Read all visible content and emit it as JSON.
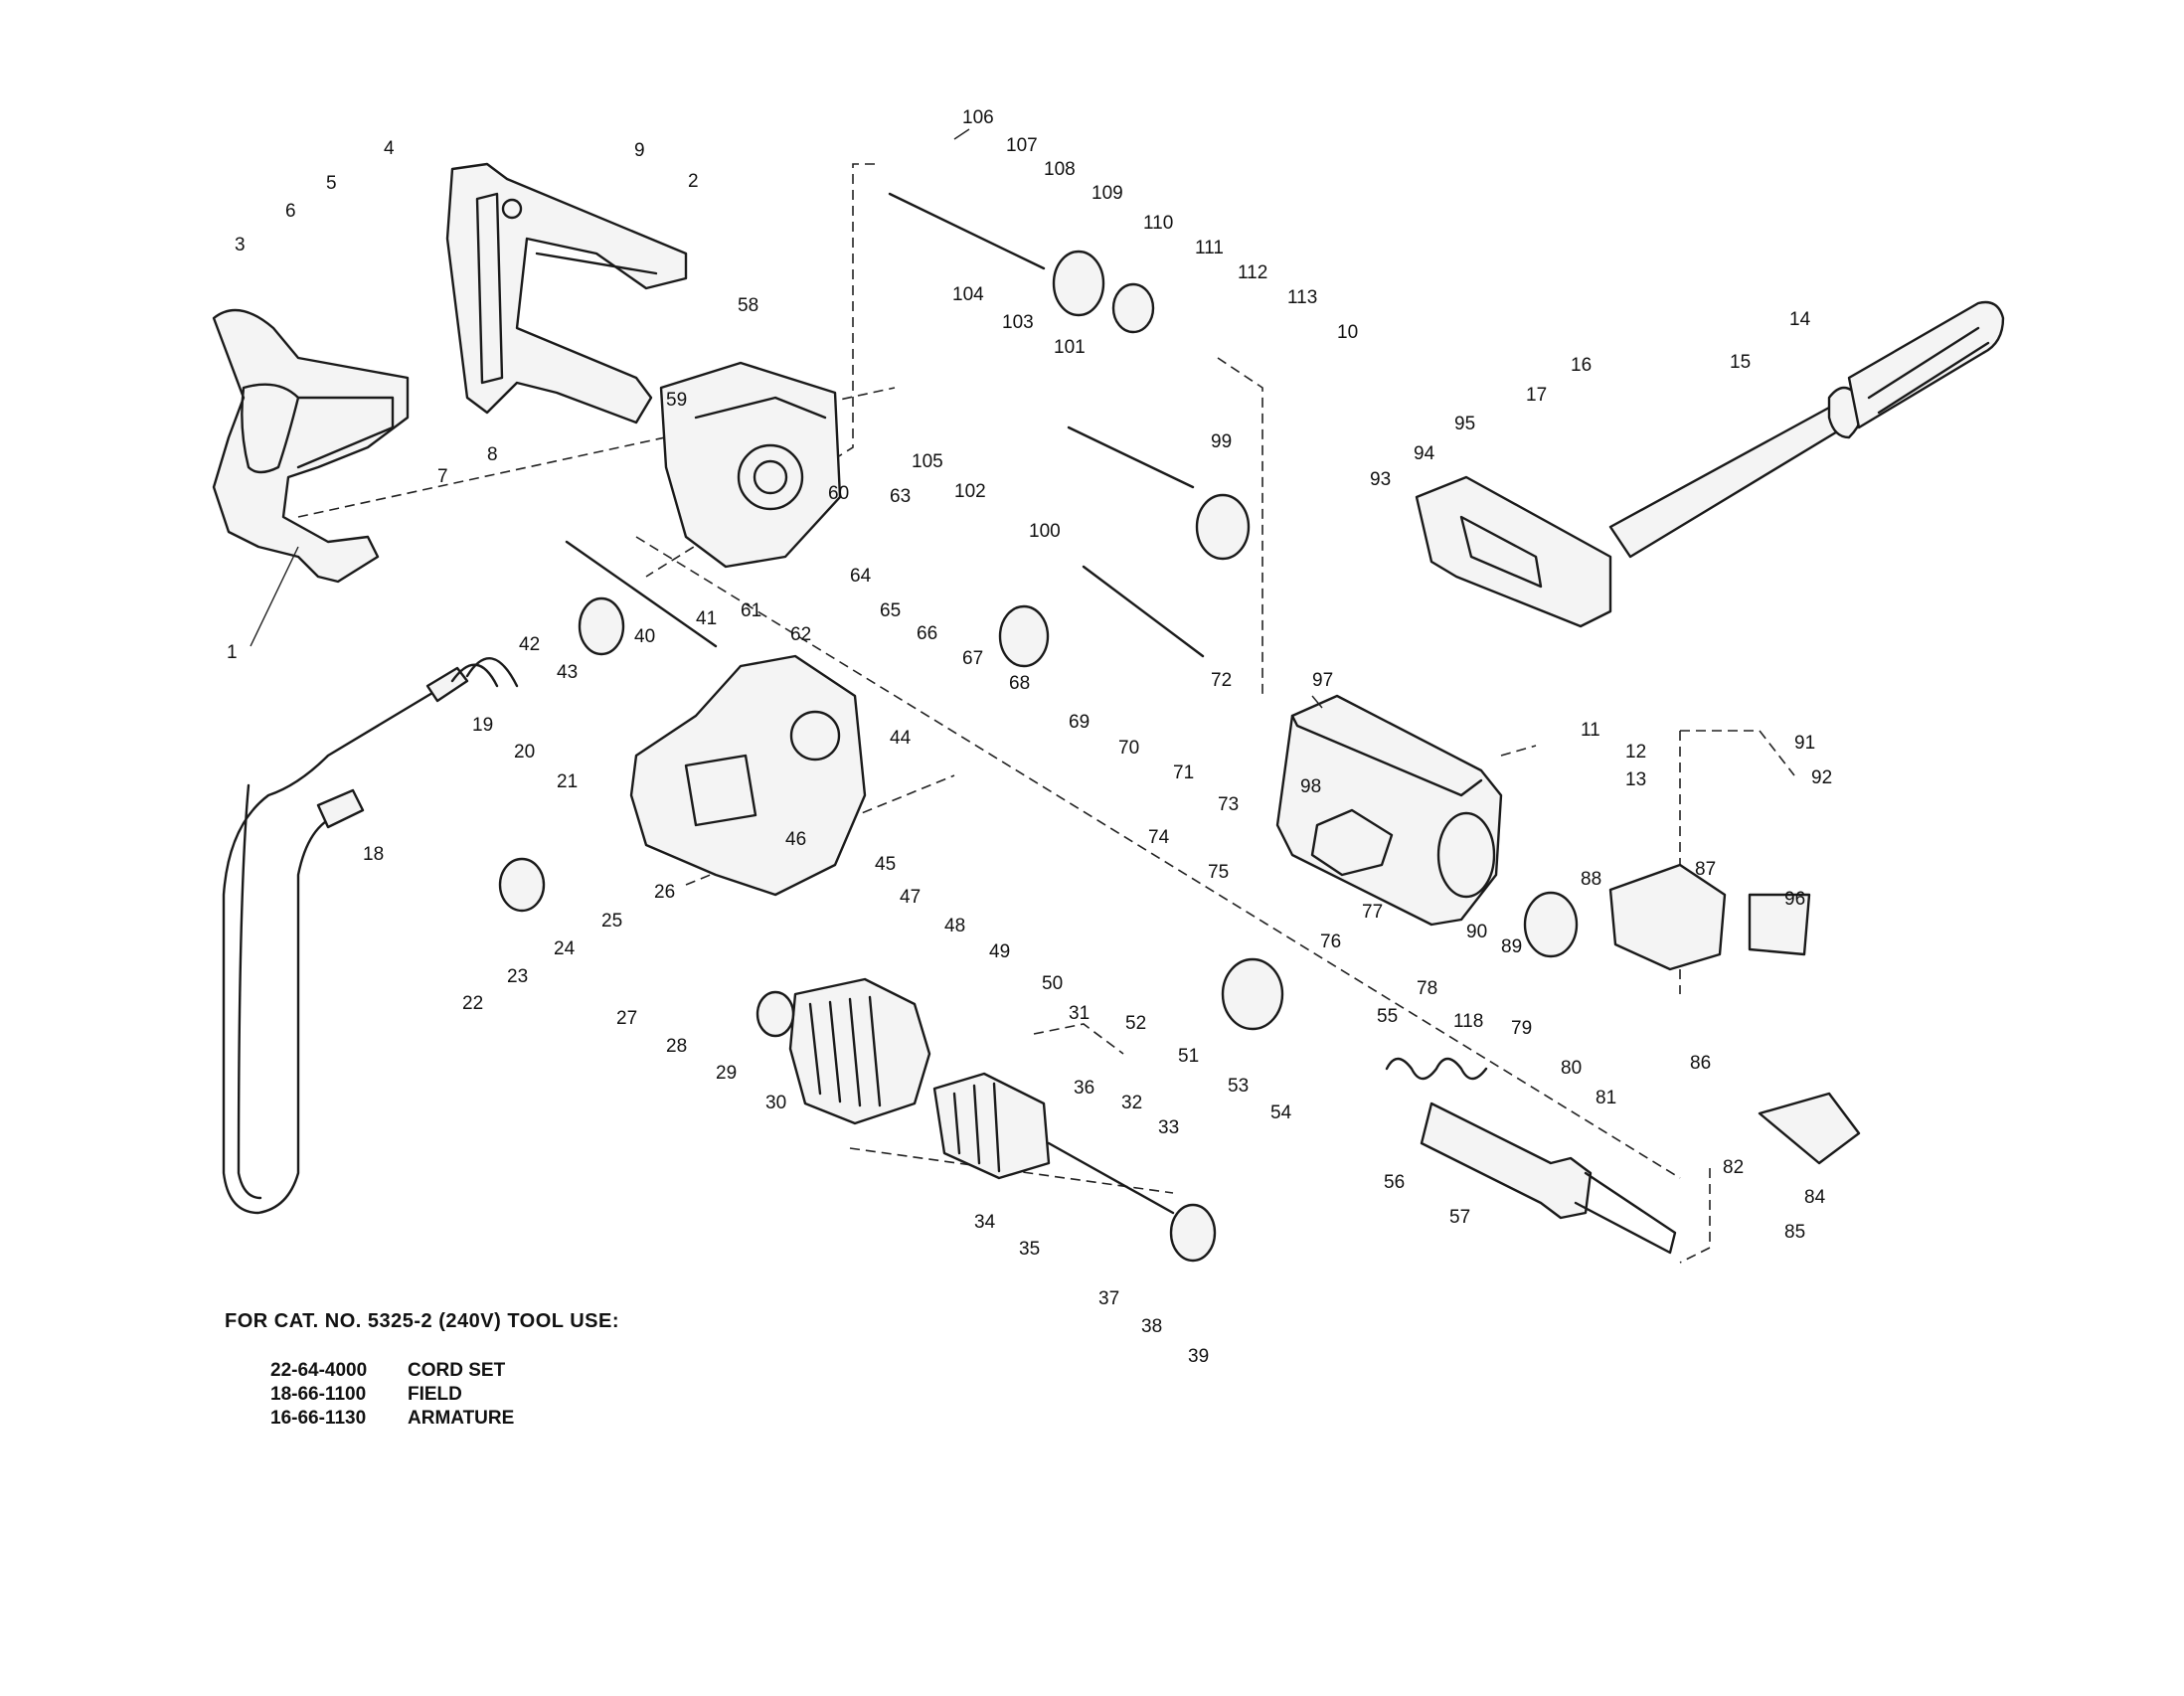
{
  "callouts": [
    "106",
    "107",
    "108",
    "109",
    "110",
    "111",
    "112",
    "113",
    "10",
    "9",
    "2",
    "4",
    "5",
    "6",
    "3",
    "7",
    "8",
    "58",
    "59",
    "60",
    "104",
    "103",
    "101",
    "105",
    "102",
    "99",
    "100",
    "63",
    "64",
    "65",
    "66",
    "67",
    "61",
    "62",
    "68",
    "69",
    "70",
    "72",
    "71",
    "73",
    "74",
    "75",
    "97",
    "93",
    "94",
    "95",
    "17",
    "16",
    "14",
    "15",
    "11",
    "12",
    "13",
    "91",
    "92",
    "98",
    "90",
    "89",
    "88",
    "87",
    "96",
    "86",
    "77",
    "76",
    "78",
    "118",
    "79",
    "80",
    "81",
    "82",
    "84",
    "85",
    "42",
    "43",
    "40",
    "41",
    "19",
    "20",
    "21",
    "44",
    "45",
    "46",
    "47",
    "48",
    "49",
    "50",
    "51",
    "52",
    "53",
    "54",
    "55",
    "56",
    "57",
    "18",
    "22",
    "23",
    "24",
    "25",
    "26",
    "27",
    "28",
    "29",
    "30",
    "31",
    "32",
    "33",
    "34",
    "35",
    "36",
    "37",
    "38",
    "39",
    "1"
  ],
  "note": {
    "title": "FOR CAT. NO. 5325-2 (240V) TOOL USE:",
    "rows": [
      {
        "code": "22-64-4000",
        "desc": "CORD SET"
      },
      {
        "code": "18-66-1100",
        "desc": "FIELD"
      },
      {
        "code": "16-66-1130",
        "desc": "ARMATURE"
      }
    ]
  }
}
